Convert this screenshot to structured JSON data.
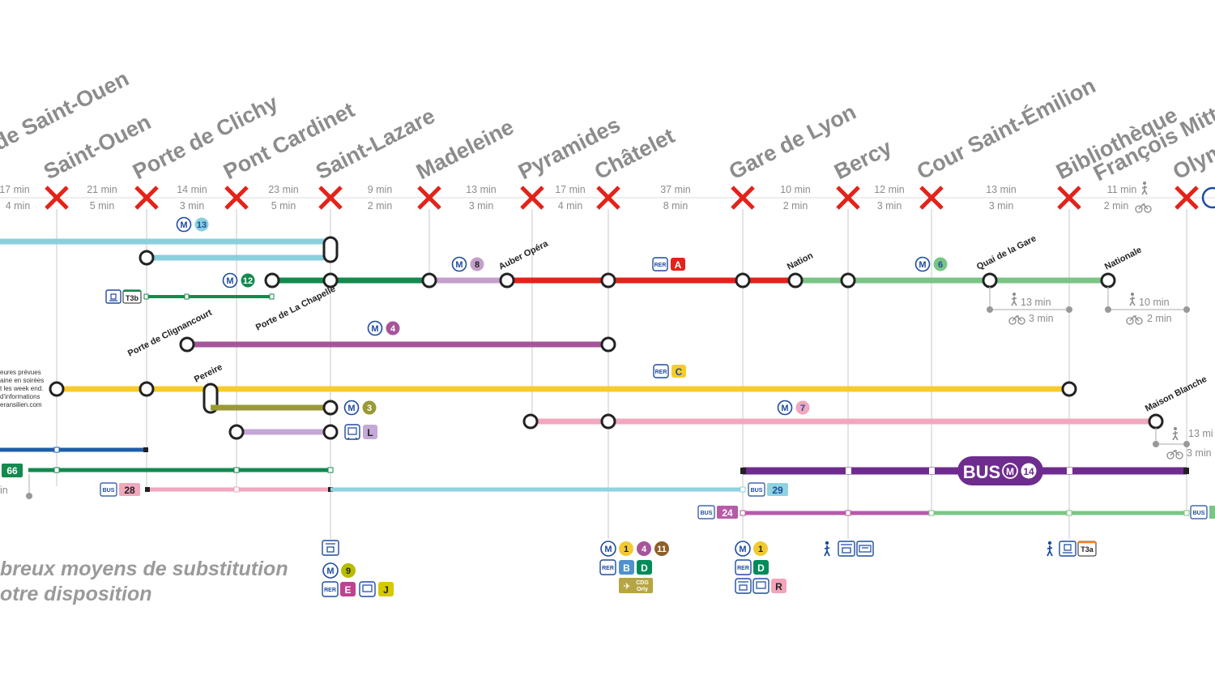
{
  "stations": [
    {
      "name": "de Saint-Ouen"
    },
    {
      "name": "Saint-Ouen"
    },
    {
      "name": "Porte de Clichy"
    },
    {
      "name": "Pont Cardinet"
    },
    {
      "name": "Saint-Lazare"
    },
    {
      "name": "Madeleine"
    },
    {
      "name": "Pyramides"
    },
    {
      "name": "Châtelet"
    },
    {
      "name": "Gare de Lyon"
    },
    {
      "name": "Bercy"
    },
    {
      "name": "Cour Saint-Émilion"
    },
    {
      "name": "Bibliothèque"
    },
    {
      "name": "François Mitter"
    },
    {
      "name": "Olym"
    }
  ],
  "segment_times": [
    {
      "walk": "17 min",
      "bike": "4 min"
    },
    {
      "walk": "21 min",
      "bike": "5 min"
    },
    {
      "walk": "14 min",
      "bike": "3 min"
    },
    {
      "walk": "23 min",
      "bike": "5 min"
    },
    {
      "walk": "9 min",
      "bike": "2 min"
    },
    {
      "walk": "13 min",
      "bike": "3 min"
    },
    {
      "walk": "17 min",
      "bike": "4 min"
    },
    {
      "walk": "37 min",
      "bike": "8 min"
    },
    {
      "walk": "10 min",
      "bike": "2 min"
    },
    {
      "walk": "12 min",
      "bike": "3 min"
    },
    {
      "walk": "13 min",
      "bike": "3 min"
    },
    {
      "walk": "11 min",
      "bike": "2 min"
    }
  ],
  "lines": [
    {
      "id": "M13",
      "mode": "M",
      "label": "13",
      "color": "#89cfde"
    },
    {
      "id": "M12",
      "mode": "M",
      "label": "12",
      "color": "#138a4e"
    },
    {
      "id": "M8",
      "mode": "M",
      "label": "8",
      "color": "#c59fcb"
    },
    {
      "id": "RERA",
      "mode": "RER",
      "label": "A",
      "color": "#e2231a"
    },
    {
      "id": "M6",
      "mode": "M",
      "label": "6",
      "color": "#7ac586"
    },
    {
      "id": "T3b",
      "mode": "T",
      "label": "T3b",
      "color": "#138a4e"
    },
    {
      "id": "M4",
      "mode": "M",
      "label": "4",
      "color": "#a6559b"
    },
    {
      "id": "RERC",
      "mode": "RER",
      "label": "C",
      "color": "#f7cc2a"
    },
    {
      "id": "M3",
      "mode": "M",
      "label": "3",
      "color": "#9a9937"
    },
    {
      "id": "TrainL",
      "mode": "Train",
      "label": "L",
      "color": "#c4a8d6"
    },
    {
      "id": "M7",
      "mode": "M",
      "label": "7",
      "color": "#f1a7be"
    },
    {
      "id": "BUS66",
      "mode": "BUS",
      "label": "66",
      "color": "#138a4e"
    },
    {
      "id": "BUS28",
      "mode": "BUS",
      "label": "28",
      "color": "#f1a7be"
    },
    {
      "id": "BUS29",
      "mode": "BUS",
      "label": "29",
      "color": "#8fd3de"
    },
    {
      "id": "BUS24",
      "mode": "BUS",
      "label": "24",
      "color": "#b85aa8"
    },
    {
      "id": "BUSM14",
      "mode": "BUS",
      "label": "BUS",
      "color": "#6e2c8f"
    }
  ],
  "line_labels": {
    "auber_opera": "Auber Opéra",
    "nation": "Nation",
    "quai_de_la_gare": "Quai de la Gare",
    "nationale": "Nationale",
    "porte_de_clignancourt": "Porte de Clignancourt",
    "porte_de_la_chapelle": "Porte de La Chapelle",
    "pereire": "Pereire",
    "maison_blanche": "Maison Blanche"
  },
  "badges": {
    "m": "M",
    "rer": "RER",
    "bus": "BUS",
    "t3b": "T3b",
    "t3a": "T3a",
    "m13": "13",
    "m12": "12",
    "m8": "8",
    "rer_a": "A",
    "m6": "6",
    "m4": "4",
    "rer_c": "C",
    "m3": "3",
    "train_l": "L",
    "m7": "7",
    "bus66": "66",
    "bus28": "28",
    "bus29": "29",
    "bus24": "24",
    "bus_m14_text": "BUS",
    "m14": "14",
    "sl_m9": "9",
    "sl_rer_e": "E",
    "sl_train_j": "J",
    "ch_m1": "1",
    "ch_m4": "4",
    "ch_m11": "11",
    "ch_rer_b": "B",
    "ch_rer_d": "D",
    "cdg1": "CDG",
    "cdg2": "Orly",
    "gl_m1": "1",
    "gl_rer_d": "D",
    "gl_r": "R"
  },
  "walk_info": {
    "quai_walk": "13 min",
    "quai_bike": "3 min",
    "nationale_walk": "10 min",
    "nationale_bike": "2 min",
    "maison_walk": "13 mi",
    "maison_bike": "3 min",
    "left_partial": "in"
  },
  "notice": [
    "eures prévues",
    "aine en soirées",
    "t les week end.",
    "d'informations",
    "eransilien.com"
  ],
  "footer": {
    "line1": "breux moyens de substitution",
    "line2": "otre disposition"
  },
  "colors": {
    "closure": "#e2231a",
    "grey_text": "#8c8c8c",
    "metro_blue": "#1e4ba0"
  }
}
